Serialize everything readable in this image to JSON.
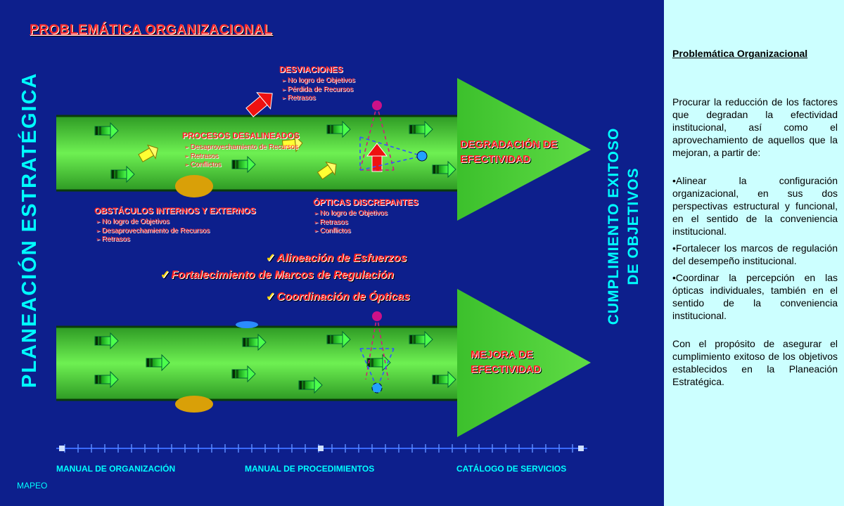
{
  "slide": {
    "title": "PROBLEMÁTICA ORGANIZACIONAL",
    "left_vertical": "PLANEACIÓN ESTRATÉGICA",
    "right_vertical_line1": "CUMPLIMIENTO EXITOSO",
    "right_vertical_line2": "DE OBJETIVOS",
    "desviaciones": {
      "label": "DESVIACIONES",
      "items": [
        "No logro de Objetivos",
        "Pérdida de Recursos",
        "Retrasos"
      ]
    },
    "procesos": {
      "label": "PROCESOS DESALINEADOS",
      "items": [
        "Desaprovechamiento de Recursos",
        "Retrasos",
        "Conflictos"
      ]
    },
    "obstaculos": {
      "label": "OBSTÁCULOS INTERNOS Y EXTERNOS",
      "items": [
        "No logro de Objetivos",
        "Desaprovechamiento de Recursos",
        "Retrasos"
      ]
    },
    "opticas": {
      "label": "ÓPTICAS DISCREPANTES",
      "items": [
        "No logro de Objetivos",
        "Retrasos",
        "Conflictos"
      ]
    },
    "degradacion": {
      "line1": "DEGRADACIÓN DE",
      "line2": "EFECTIVIDAD"
    },
    "mejora": {
      "line1": "MEJORA DE",
      "line2": "EFECTIVIDAD"
    },
    "checks": [
      "Alineación de Esfuerzos",
      "Fortalecimiento de Marcos de Regulación",
      "Coordinación de Ópticas"
    ],
    "footer": [
      "MANUAL DE ORGANIZACIÓN",
      "MANUAL DE PROCEDIMIENTOS",
      "CATÁLOGO DE SERVICIOS"
    ],
    "mapeo": "MAPEO"
  },
  "notes": {
    "title": "Problemática Organizacional",
    "intro": "Procurar la reducción de los factores que degradan la efectividad institucional, así como el aprovechamiento de aquellos que la mejoran, a partir de:",
    "bullets": [
      "•Alinear la configuración organizacional, en sus dos perspectivas estructural y funcional, en el sentido de la conveniencia institucional.",
      "•Fortalecer los marcos de regulación del desempeño institucional.",
      "•Coordinar la percepción en las ópticas individuales, también en el sentido de la conveniencia institucional."
    ],
    "closing": "Con el propósito de asegurar el cumplimiento exitoso de los objetivos establecidos en la Planeación Estratégica."
  },
  "colors": {
    "slide_background": "#0d1f8c",
    "notes_background": "#ccffff",
    "arrow_green": "#5fdc45",
    "text_red": "#ff2020",
    "text_cyan": "#00ffff",
    "chevron_yellow": "#ffff33"
  }
}
